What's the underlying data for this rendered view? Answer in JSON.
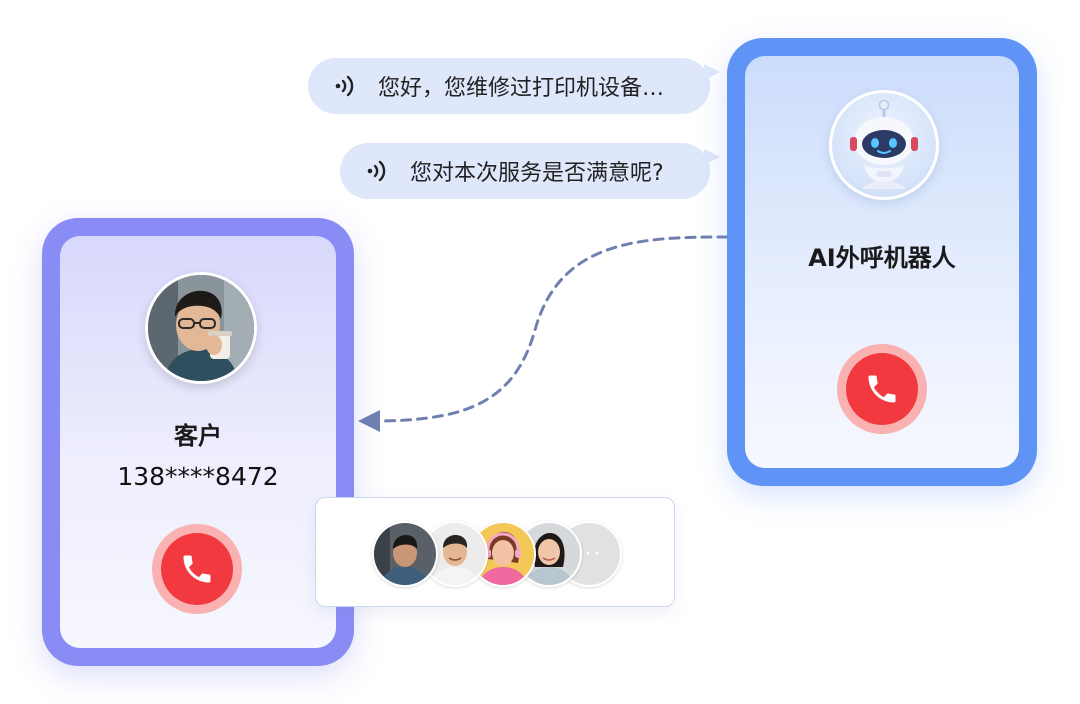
{
  "bubbles": [
    {
      "text": "您好，您维修过打印机设备…",
      "icon": "voice-wave-icon"
    },
    {
      "text": "您对本次服务是否满意呢?",
      "icon": "voice-wave-icon"
    }
  ],
  "customer": {
    "title": "客户",
    "phone": "138****8472",
    "hangup_icon": "phone-hangup-icon"
  },
  "robot": {
    "title": "AI外呼机器人",
    "hangup_icon": "phone-hangup-icon"
  },
  "group": {
    "more_label": "···"
  },
  "colors": {
    "customer_frame": "#8a8cf6",
    "robot_frame": "#5f93f6",
    "hangup_red": "#f2393f",
    "hangup_ring": "#f9b1b1",
    "bubble_bg": "#dfe7fb",
    "flow_line": "#6f80b0"
  }
}
